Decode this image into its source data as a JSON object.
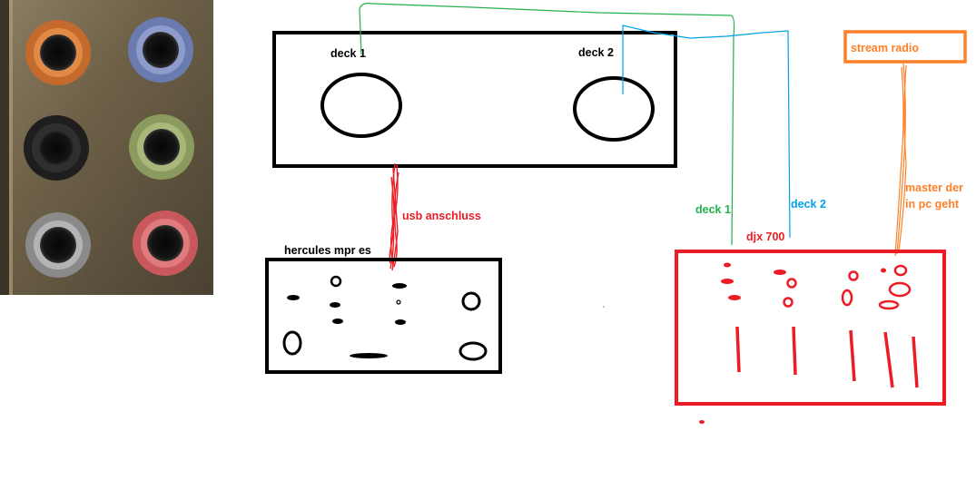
{
  "labels": {
    "deck1_top": "deck 1",
    "deck2_top": "deck 2",
    "usb": "usb anschluss",
    "hercules": "hercules mpr es",
    "stream_radio": "stream radio",
    "deck1_side": "deck 1",
    "deck2_side": "deck 2",
    "djx": "djx 700",
    "master_line1": "master der",
    "master_line2": "in pc geht"
  },
  "colors": {
    "black": "#000000",
    "green": "#22b14c",
    "blue": "#00a2e8",
    "red": "#ed1c24",
    "orange": "#ff7f27"
  },
  "photo_jacks": [
    "orange-jack",
    "blue-jack",
    "black-jack",
    "green-jack",
    "grey-jack",
    "pink-jack"
  ]
}
